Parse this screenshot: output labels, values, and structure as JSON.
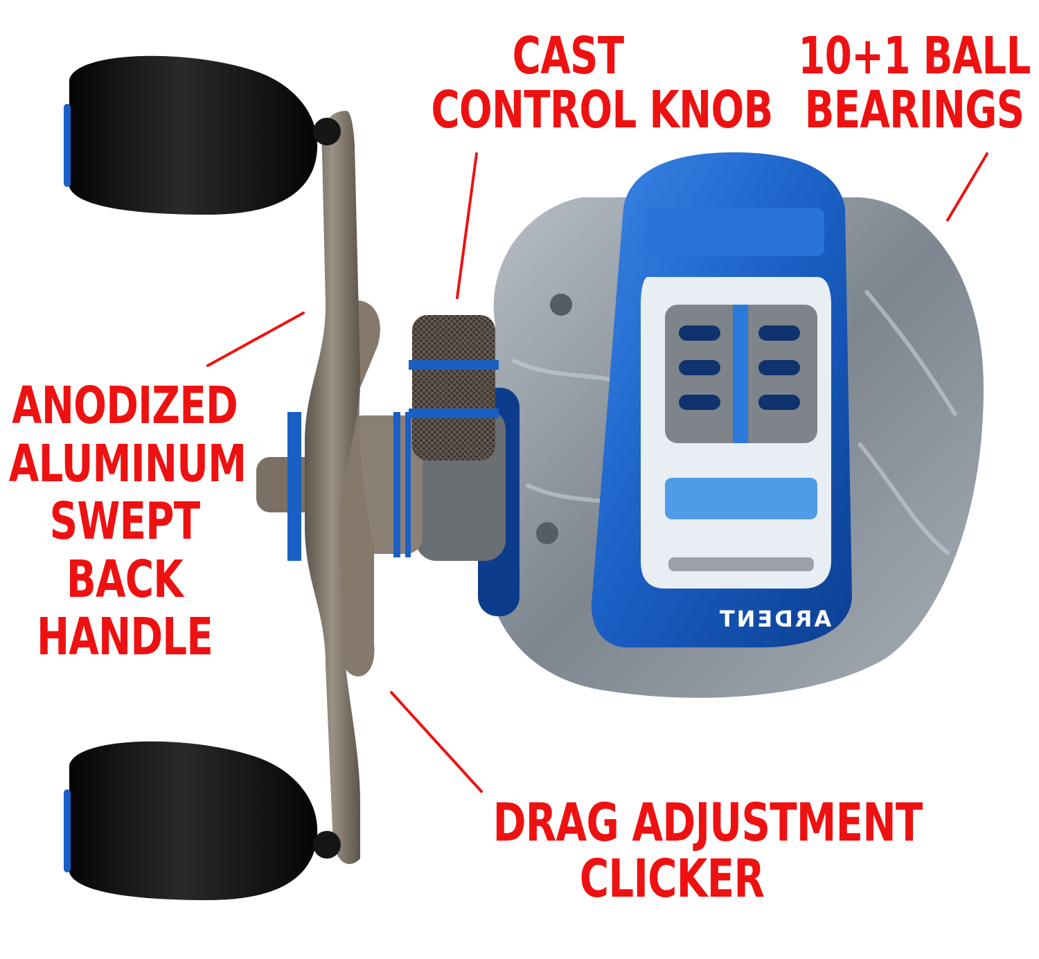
{
  "labels": {
    "cast_control": [
      "CAST",
      "CONTROL KNOB"
    ],
    "ball_bearings": [
      "10+1 BALL",
      "BEARINGS"
    ],
    "handle": [
      "ANODIZED",
      "ALUMINUM",
      "SWEPT",
      "BACK",
      "HANDLE"
    ],
    "drag": [
      "DRAG ADJUSTMENT",
      "CLICKER"
    ]
  },
  "brand": {
    "logo_text": "ARDENT"
  },
  "colors": {
    "label_red": "#ee1111",
    "reel_blue": "#1a5fc4",
    "frame_gray": "#8e969e",
    "handle_bronze": "#7a6f63",
    "knob_black": "#111111"
  }
}
